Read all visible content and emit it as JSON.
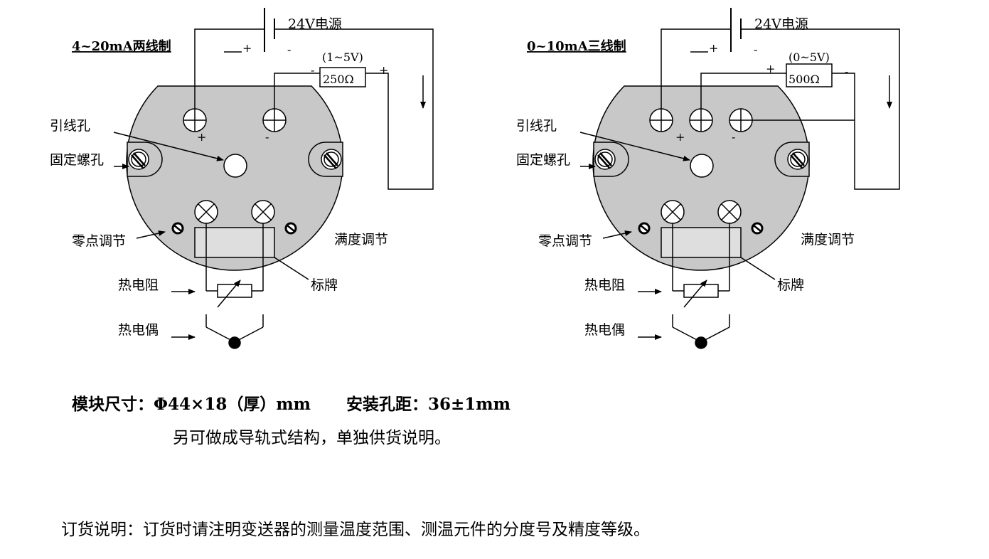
{
  "colors": {
    "housing": "#c8c8c8",
    "nameplate": "#dedede",
    "line": "#000000"
  },
  "diagrams": [
    {
      "title": "4~20mA两线制",
      "power_label": "24V电源",
      "power_plus": "+",
      "power_minus": "-",
      "resistor_range": "(1~5V)",
      "resistor_value": "250Ω",
      "resistor_left_sign": "-",
      "resistor_right_sign": "+",
      "terminal_left_sign": "+",
      "terminal_right_sign": "-",
      "labels": {
        "lead_hole": "引线孔",
        "mount_hole": "固定螺孔",
        "zero_adjust": "零点调节",
        "span_adjust": "满度调节",
        "rtd": "热电阻",
        "thermocouple": "热电偶",
        "nameplate": "标牌"
      }
    },
    {
      "title": "0~10mA三线制",
      "power_label": "24V电源",
      "power_plus": "+",
      "power_minus": "-",
      "resistor_range": "(0~5V)",
      "resistor_value": "500Ω",
      "resistor_left_sign": "+",
      "resistor_right_sign": "-",
      "terminal_left_sign": "+",
      "terminal_right_sign": "-",
      "labels": {
        "lead_hole": "引线孔",
        "mount_hole": "固定螺孔",
        "zero_adjust": "零点调节",
        "span_adjust": "满度调节",
        "rtd": "热电阻",
        "thermocouple": "热电偶",
        "nameplate": "标牌"
      }
    }
  ],
  "specs": {
    "size_text": "模块尺寸：Φ44×18（厚）mm",
    "hole_spacing_text": "安装孔距：36±1mm",
    "rail_note": "另可做成导轨式结构，单独供货说明。"
  },
  "order_note": "订货说明：订货时请注明变送器的测量温度范围、测温元件的分度号及精度等级。"
}
